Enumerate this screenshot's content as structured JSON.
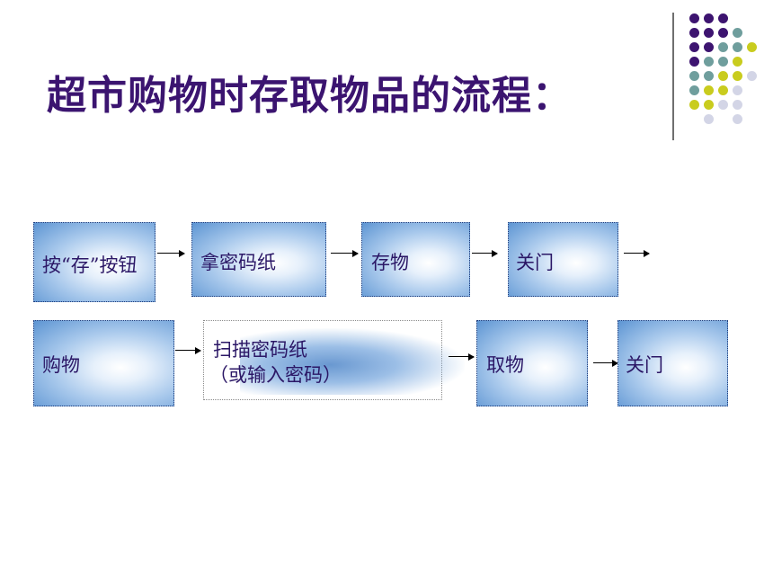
{
  "title": "超市购物时存取物品的流程：",
  "colors": {
    "title": "#3b1470",
    "dot_purple": "#3d1470",
    "dot_teal": "#6f9e9d",
    "dot_yellow": "#c9cc1e",
    "dot_lavender": "#d3d5e6"
  },
  "flow_row1": [
    {
      "label": "按“存”按钮"
    },
    {
      "label": "拿密码纸"
    },
    {
      "label": "存物"
    },
    {
      "label": "关门"
    }
  ],
  "flow_row2": [
    {
      "label": "购物"
    },
    {
      "label_line1": "扫描密码纸",
      "label_line2": "（或输入密码）"
    },
    {
      "label": "取物"
    },
    {
      "label": "关门"
    }
  ]
}
